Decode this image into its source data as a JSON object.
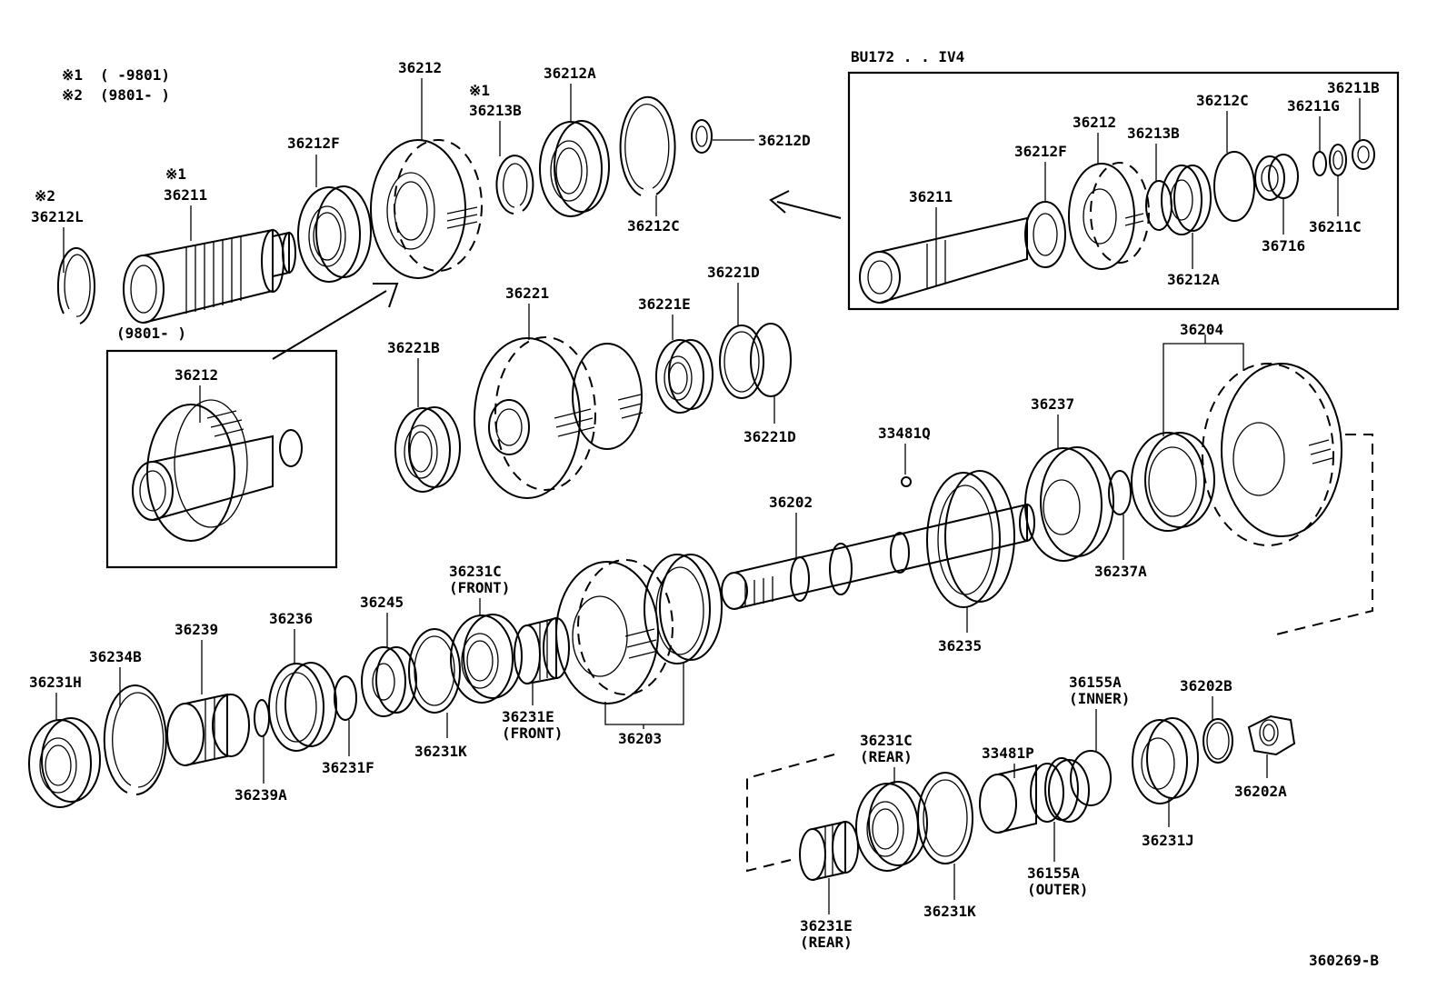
{
  "notes": {
    "note1_mark": "※1",
    "note1_range": "(      -9801)",
    "note2_mark": "※2",
    "note2_range": "(9801-      )"
  },
  "inset_left": {
    "range_label": "(9801-      )",
    "part": "36212"
  },
  "inset_right": {
    "title": "BU172 . . IV4",
    "parts": [
      "36211",
      "36212F",
      "36212",
      "36213B",
      "36212C",
      "36211G",
      "36211B",
      "36211C",
      "36716",
      "36212A"
    ]
  },
  "labels": {
    "p36212L": "36212L",
    "m36212L": "※2",
    "p36211": "36211",
    "m36211": "※1",
    "p36212F": "36212F",
    "p36212": "36212",
    "p36213B": "36213B",
    "m36213B": "※1",
    "p36212A": "36212A",
    "p36212C": "36212C",
    "p36212D": "36212D",
    "p36221B": "36221B",
    "p36221": "36221",
    "p36221E": "36221E",
    "p36221D_top": "36221D",
    "p36221D_bot": "36221D",
    "p36204": "36204",
    "p36237": "36237",
    "p33481Q": "33481Q",
    "p36237A": "36237A",
    "p36202": "36202",
    "p36235": "36235",
    "p36231C_front": "36231C",
    "front1": "(FRONT)",
    "p36245": "36245",
    "p36236": "36236",
    "p36239": "36239",
    "p36234B": "36234B",
    "p36231H": "36231H",
    "p36239A": "36239A",
    "p36231F": "36231F",
    "p36231K_top": "36231K",
    "p36231E_front": "36231E",
    "front2": "(FRONT)",
    "p36203": "36203",
    "p36155A_inner": "36155A",
    "inner": "(INNER)",
    "p36202B": "36202B",
    "p36231C_rear": "36231C",
    "rear1": "(REAR)",
    "p33481P": "33481P",
    "p36202A": "36202A",
    "p36231J": "36231J",
    "p36155A_outer": "36155A",
    "outer": "(OUTER)",
    "p36231K_bot": "36231K",
    "p36231E_rear": "36231E",
    "rear2": "(REAR)",
    "diagram_id": "360269-B"
  }
}
